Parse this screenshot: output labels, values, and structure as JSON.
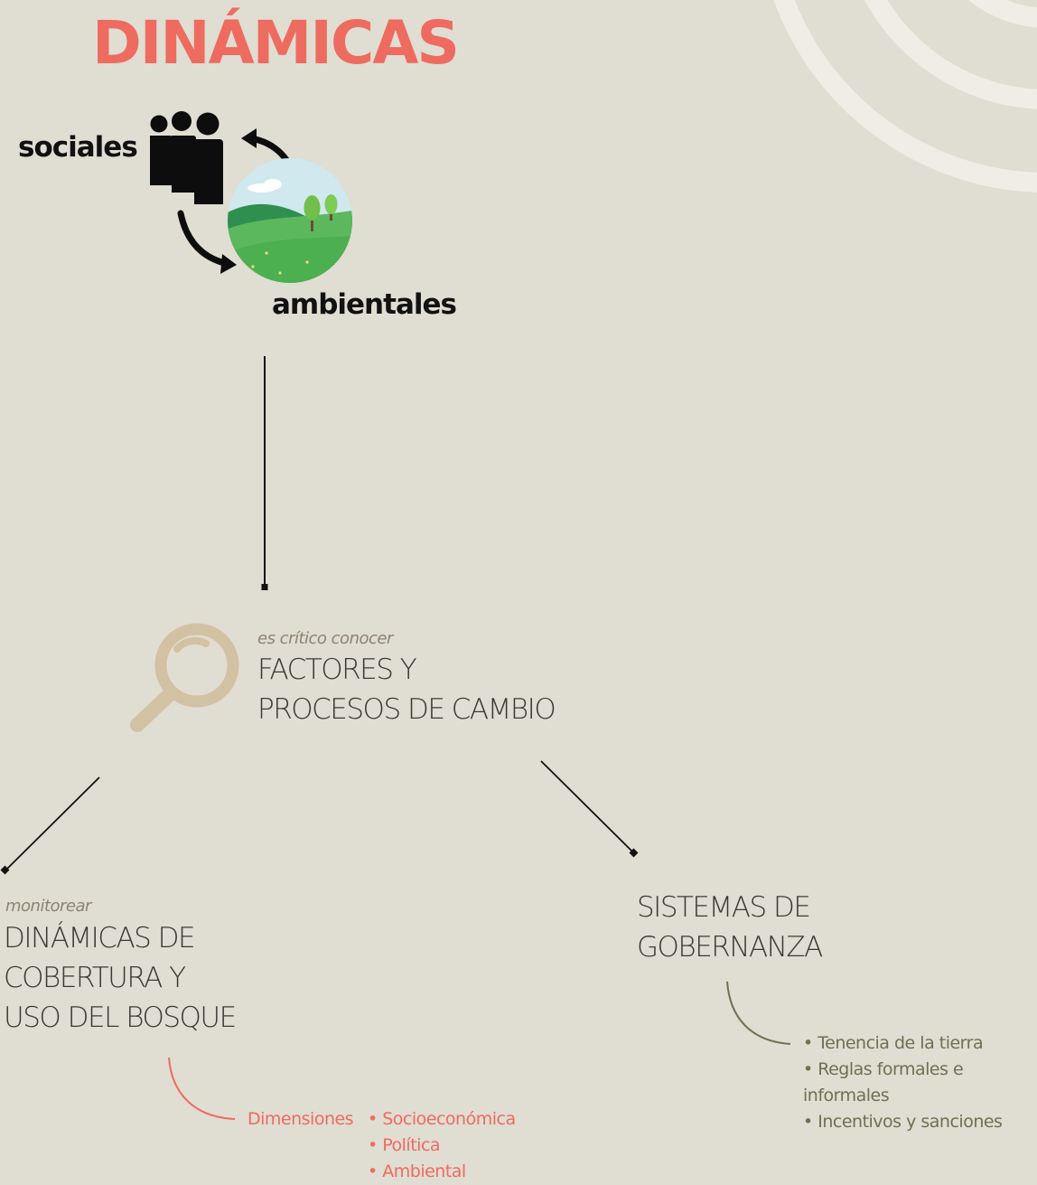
{
  "title": "DINÁMICAS",
  "top": {
    "social_label": "sociales",
    "environmental_label": "ambientales",
    "icons": [
      "people-icon",
      "landscape-icon",
      "cycle-arrows-icon"
    ]
  },
  "factors": {
    "subtitle": "es crítico conocer",
    "title_line1": "FACTORES Y",
    "title_line2": "PROCESOS DE CAMBIO",
    "icon": "magnifier-icon"
  },
  "coverage": {
    "subtitle": "monitorear",
    "title_line1": "DINÁMICAS DE",
    "title_line2": "COBERTURA Y",
    "title_line3": "USO DEL BOSQUE",
    "dimensions_label": "Dimensiones",
    "dimensions": [
      "• Socioeconómica",
      "• Política",
      "• Ambiental"
    ]
  },
  "governance": {
    "title_line1": "SISTEMAS DE",
    "title_line2": "GOBERNANZA",
    "items": [
      "• Tenencia de la tierra",
      "• Reglas formales e informales",
      "• Incentivos y sanciones"
    ]
  },
  "colors": {
    "background": "#e0ddd2",
    "accent": "#ee6b60",
    "olive": "#6e7052",
    "magnifier": "#d3c1a3",
    "decor_rings": "#efede6"
  }
}
